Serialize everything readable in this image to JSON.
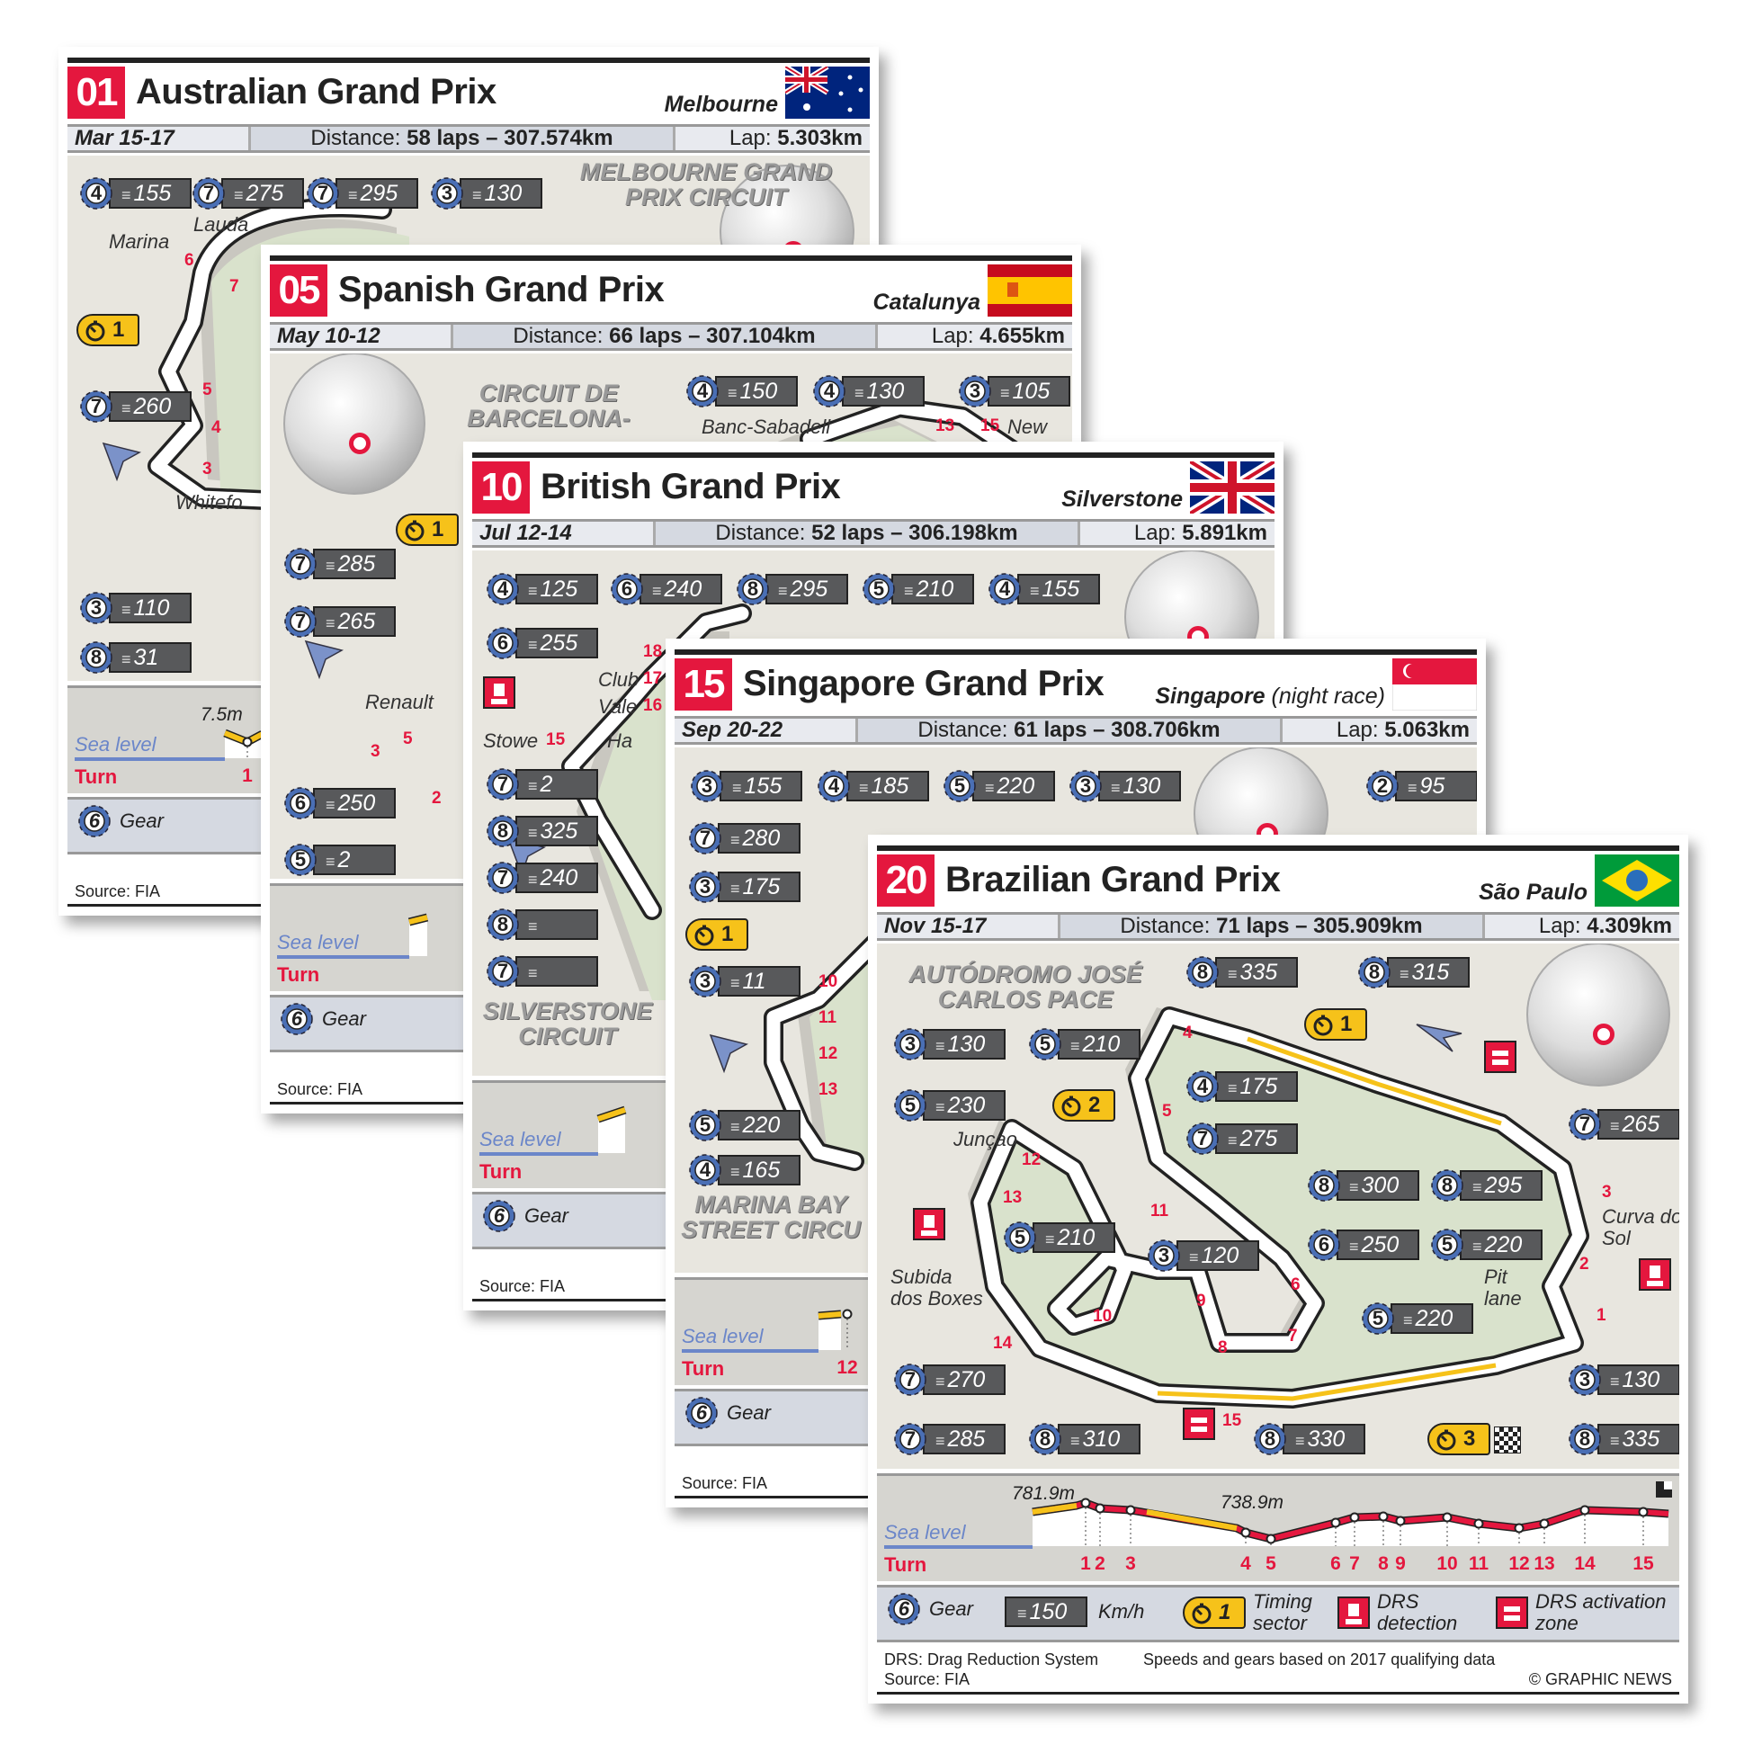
{
  "legend": {
    "gear_number": "6",
    "gear_label": "Gear",
    "speed_value": "150",
    "speed_unit": "Km/h",
    "timing_number": "1",
    "timing_label": "Timing sector",
    "drs_detection_label": "DRS detection",
    "drs_zone_label": "DRS activation zone"
  },
  "footer": {
    "drs_note": "DRS: Drag Reduction System",
    "source": "Source: FIA",
    "speeds_note": "Speeds and gears based on 2017 qualifying data",
    "credit": "© GRAPHIC NEWS"
  },
  "elevation": {
    "sea_level": "Sea level",
    "turn_label": "Turn"
  },
  "colors": {
    "accent_red": "#e4173e",
    "gear_blue": "#4a6fb5",
    "timing_yellow": "#f6c21a",
    "speed_box": "#58595b",
    "map_bg": "#e8e6df",
    "infield_green": "#d9e2cc"
  },
  "cards": [
    {
      "num": "01",
      "title": "Australian Grand Prix",
      "city": "Melbourne",
      "city_note": "",
      "date": "Mar 15-17",
      "distance_label": "Distance:",
      "distance": "58 laps – 307.574km",
      "lap_label": "Lap:",
      "lap": "5.303km",
      "flag": "australia",
      "circuit_name": "MELBOURNE GRAND PRIX CIRCUIT",
      "badges": [
        {
          "gear": "4",
          "speed": "155"
        },
        {
          "gear": "7",
          "speed": "275"
        },
        {
          "gear": "7",
          "speed": "295"
        },
        {
          "gear": "3",
          "speed": "130"
        },
        {
          "gear": "7",
          "speed": "260"
        },
        {
          "gear": "3",
          "speed": "110"
        },
        {
          "gear": "8",
          "speed": "31"
        }
      ],
      "timing": [
        {
          "n": "1"
        }
      ],
      "labels": [
        "Marina",
        "Lauda",
        "Whitefo"
      ],
      "turns": [
        "6",
        "7",
        "5",
        "4",
        "3"
      ],
      "elev_values": [
        "7.5m"
      ],
      "elev_turns": [
        "1"
      ]
    },
    {
      "num": "05",
      "title": "Spanish Grand Prix",
      "city": "Catalunya",
      "city_note": "",
      "date": "May 10-12",
      "distance_label": "Distance:",
      "distance": "66 laps – 307.104km",
      "lap_label": "Lap:",
      "lap": "4.655km",
      "flag": "spain",
      "circuit_name": "CIRCUIT DE BARCELONA-",
      "badges": [
        {
          "gear": "4",
          "speed": "150"
        },
        {
          "gear": "4",
          "speed": "130"
        },
        {
          "gear": "3",
          "speed": "105"
        },
        {
          "gear": "7",
          "speed": "285"
        },
        {
          "gear": "7",
          "speed": "265"
        },
        {
          "gear": "6",
          "speed": "250"
        },
        {
          "gear": "5",
          "speed": "2"
        }
      ],
      "timing": [
        {
          "n": "1"
        }
      ],
      "labels": [
        "Banc-Sabadell",
        "New",
        "Renault"
      ],
      "turns": [
        "13",
        "15",
        "5",
        "3",
        "2"
      ],
      "elev_values": [],
      "elev_turns": []
    },
    {
      "num": "10",
      "title": "British Grand Prix",
      "city": "Silverstone",
      "city_note": "",
      "date": "Jul 12-14",
      "distance_label": "Distance:",
      "distance": "52 laps – 306.198km",
      "lap_label": "Lap:",
      "lap": "5.891km",
      "flag": "uk",
      "circuit_name": "SILVERSTONE CIRCUIT",
      "badges": [
        {
          "gear": "4",
          "speed": "125"
        },
        {
          "gear": "6",
          "speed": "255"
        },
        {
          "gear": "6",
          "speed": "240"
        },
        {
          "gear": "8",
          "speed": "295"
        },
        {
          "gear": "5",
          "speed": "210"
        },
        {
          "gear": "4",
          "speed": "155"
        },
        {
          "gear": "7",
          "speed": "2"
        },
        {
          "gear": "8",
          "speed": "325"
        },
        {
          "gear": "7",
          "speed": "240"
        },
        {
          "gear": "8",
          "speed": ""
        },
        {
          "gear": "7",
          "speed": ""
        }
      ],
      "timing": [],
      "labels": [
        "Club",
        "Vale",
        "Stowe",
        "Ha"
      ],
      "turns": [
        "17",
        "16",
        "15",
        "18"
      ],
      "elev_values": [],
      "elev_turns": []
    },
    {
      "num": "15",
      "title": "Singapore Grand Prix",
      "city": "Singapore",
      "city_note": "(night race)",
      "date": "Sep 20-22",
      "distance_label": "Distance:",
      "distance": "61 laps – 308.706km",
      "lap_label": "Lap:",
      "lap": "5.063km",
      "flag": "singapore",
      "circuit_name": "MARINA BAY STREET CIRCU",
      "badges": [
        {
          "gear": "3",
          "speed": "155"
        },
        {
          "gear": "4",
          "speed": "185"
        },
        {
          "gear": "5",
          "speed": "220"
        },
        {
          "gear": "3",
          "speed": "130"
        },
        {
          "gear": "2",
          "speed": "95"
        },
        {
          "gear": "3",
          "speed": "175"
        },
        {
          "gear": "7",
          "speed": "280"
        },
        {
          "gear": "3",
          "speed": "11"
        },
        {
          "gear": "5",
          "speed": "220"
        },
        {
          "gear": "4",
          "speed": "165"
        }
      ],
      "timing": [
        {
          "n": "1"
        }
      ],
      "labels": [],
      "turns": [
        "10",
        "11",
        "12",
        "13"
      ],
      "elev_values": [],
      "elev_turns": [
        "12"
      ]
    },
    {
      "num": "20",
      "title": "Brazilian Grand Prix",
      "city": "São Paulo",
      "city_note": "",
      "date": "Nov 15-17",
      "distance_label": "Distance:",
      "distance": "71  laps – 305.909km",
      "lap_label": "Lap:",
      "lap": "4.309km",
      "flag": "brazil",
      "circuit_name": "AUTÓDROMO JOSÉ CARLOS PACE",
      "badges": [
        {
          "gear": "8",
          "speed": "335"
        },
        {
          "gear": "8",
          "speed": "315"
        },
        {
          "gear": "3",
          "speed": "130"
        },
        {
          "gear": "5",
          "speed": "210"
        },
        {
          "gear": "5",
          "speed": "230"
        },
        {
          "gear": "4",
          "speed": "175"
        },
        {
          "gear": "7",
          "speed": "275"
        },
        {
          "gear": "8",
          "speed": "300"
        },
        {
          "gear": "8",
          "speed": "295"
        },
        {
          "gear": "7",
          "speed": "265"
        },
        {
          "gear": "5",
          "speed": "210"
        },
        {
          "gear": "3",
          "speed": "120"
        },
        {
          "gear": "6",
          "speed": "250"
        },
        {
          "gear": "5",
          "speed": "220"
        },
        {
          "gear": "5",
          "speed": "220"
        },
        {
          "gear": "7",
          "speed": "270"
        },
        {
          "gear": "7",
          "speed": "285"
        },
        {
          "gear": "8",
          "speed": "310"
        },
        {
          "gear": "8",
          "speed": "330"
        },
        {
          "gear": "3",
          "speed": "130"
        },
        {
          "gear": "8",
          "speed": "335"
        }
      ],
      "timing": [
        {
          "n": "1"
        },
        {
          "n": "2"
        },
        {
          "n": "3"
        }
      ],
      "labels": [
        "Junçao",
        "Curva do Sol",
        "Pit lane",
        "Subida dos Boxes"
      ],
      "turns": [
        "1",
        "2",
        "3",
        "4",
        "5",
        "6",
        "7",
        "8",
        "9",
        "10",
        "11",
        "12",
        "13",
        "14",
        "15"
      ],
      "elev_values": [
        "781.9m",
        "738.9m"
      ],
      "elev_turns": [
        "1",
        "2",
        "3",
        "4",
        "5",
        "6",
        "7",
        "8",
        "9",
        "10",
        "11",
        "12",
        "13",
        "14",
        "15"
      ]
    }
  ]
}
